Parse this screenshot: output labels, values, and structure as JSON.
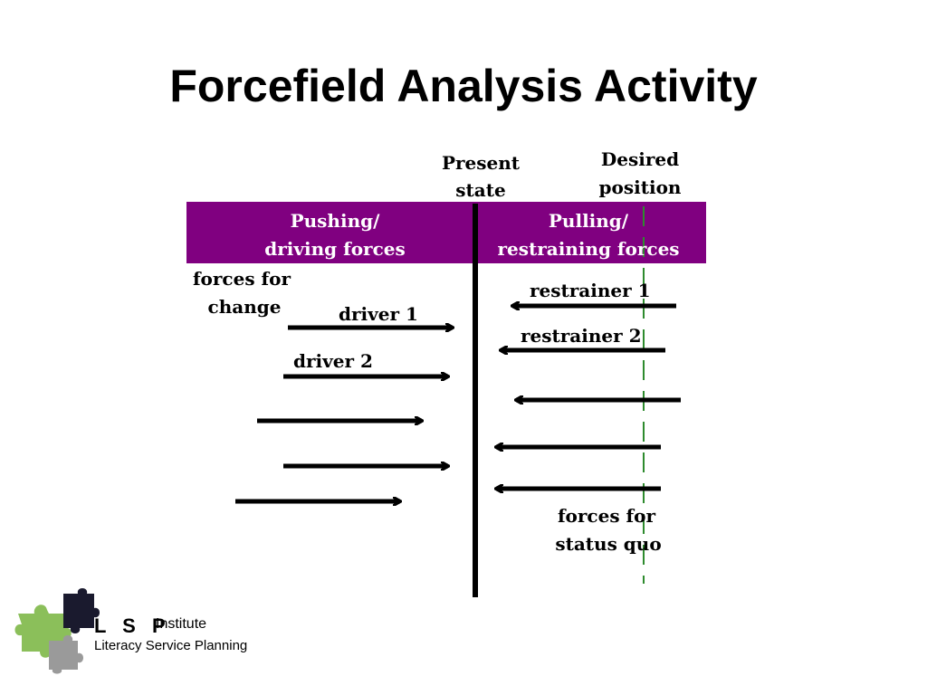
{
  "slide": {
    "title": "Forcefield Analysis Activity"
  },
  "diagram": {
    "present_state": [
      "Present",
      "state"
    ],
    "desired_position": [
      "Desired",
      "position"
    ],
    "header_left": [
      "Pushing/",
      "driving forces"
    ],
    "header_right": [
      "Pulling/",
      "restraining forces"
    ],
    "forces_for_change": [
      "forces for",
      "change"
    ],
    "forces_for_status_quo": [
      "forces for",
      "status quo"
    ],
    "drivers": [
      "driver 1",
      "driver 2",
      "",
      "",
      ""
    ],
    "restrainers": [
      "restrainer 1",
      "restrainer 2",
      "",
      "",
      ""
    ],
    "colors": {
      "header": "#800080",
      "header_text": "#ffffff",
      "arrows": "#000000",
      "desired_line": "#2e8b2e"
    }
  },
  "logo": {
    "name": "L S P",
    "suffix": "Institute",
    "subtitle": "Literacy Service Planning",
    "icon": "puzzle-pieces-icon"
  }
}
